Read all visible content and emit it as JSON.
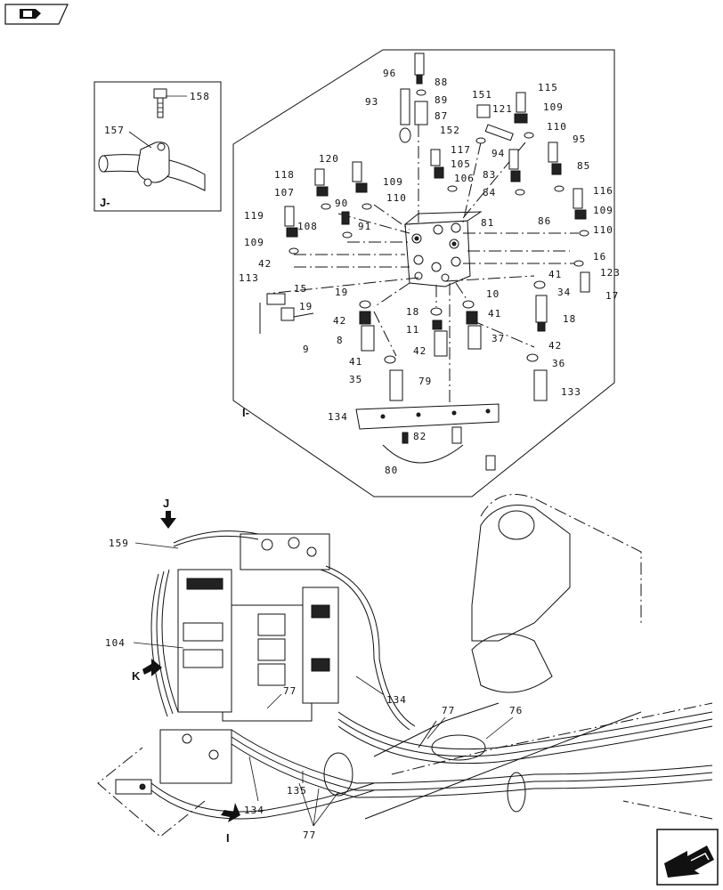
{
  "diagram": {
    "view_labels": {
      "detail_j": "J-",
      "detail_i": "I-",
      "arrow_j": "J",
      "arrow_k": "K",
      "arrow_i": "I"
    },
    "detail_j_labels": [
      "158",
      "157"
    ],
    "detail_i_labels": {
      "top": [
        "96",
        "88",
        "89",
        "87",
        "93",
        "151",
        "121",
        "115",
        "109",
        "152",
        "110",
        "95",
        "117",
        "120",
        "94",
        "105",
        "83",
        "85",
        "118",
        "109b",
        "106",
        "84",
        "107",
        "110b",
        "116",
        "90",
        "81",
        "109c",
        "119",
        "108",
        "91",
        "86",
        "109d",
        "110c",
        "42",
        "16",
        "41",
        "123",
        "113",
        "15",
        "34",
        "17",
        "19",
        "19b",
        "10",
        "18",
        "42b",
        "18b",
        "41b",
        "11",
        "8",
        "9",
        "37",
        "42c",
        "41c",
        "42d",
        "35",
        "36",
        "79",
        "133",
        "134",
        "82",
        "80"
      ]
    },
    "main_labels": [
      "159",
      "104",
      "77",
      "134",
      "77b",
      "76",
      "135",
      "134b",
      "77c"
    ],
    "colors": {
      "ink": "#111111",
      "background": "#ffffff"
    },
    "nav": {
      "top_left_icon": "book-icon",
      "bottom_right_icon": "next-arrow-icon"
    }
  }
}
